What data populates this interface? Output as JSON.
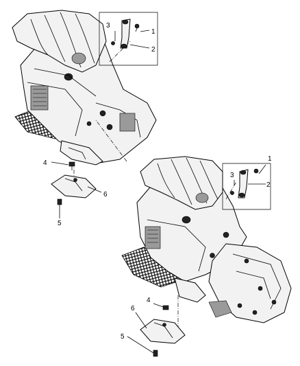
{
  "callouts": {
    "top": {
      "c1": "1",
      "c2": "2",
      "c3": "3",
      "c4": "4",
      "c5": "5",
      "c6": "6"
    },
    "bottom": {
      "c1": "1",
      "c2": "2",
      "c3": "3",
      "c4": "4",
      "c5": "5",
      "c6": "6"
    }
  }
}
